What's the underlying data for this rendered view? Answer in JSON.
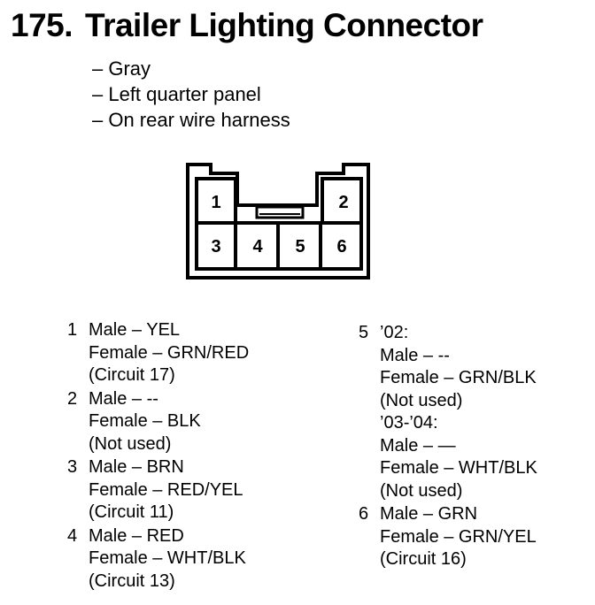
{
  "title": {
    "number": "175.",
    "text": "Trailer Lighting Connector"
  },
  "info": [
    "– Gray",
    "– Left quarter panel",
    "– On rear wire harness"
  ],
  "connector": {
    "pins": [
      "1",
      "2",
      "3",
      "4",
      "5",
      "6"
    ]
  },
  "pins_left": [
    {
      "num": "1",
      "lines": [
        "Male – YEL",
        "Female – GRN/RED",
        "(Circuit 17)"
      ]
    },
    {
      "num": "2",
      "lines": [
        "Male – --",
        "Female – BLK",
        "(Not used)"
      ]
    },
    {
      "num": "3",
      "lines": [
        "Male – BRN",
        "Female – RED/YEL",
        "(Circuit 11)"
      ]
    },
    {
      "num": "4",
      "lines": [
        "Male – RED",
        "Female – WHT/BLK",
        "(Circuit 13)"
      ]
    }
  ],
  "pins_right": [
    {
      "num": "5",
      "lines": [
        "’02:",
        "Male – --",
        "Female – GRN/BLK",
        "(Not used)",
        "’03-’04:",
        "Male – —",
        "Female – WHT/BLK",
        "(Not used)"
      ]
    },
    {
      "num": "6",
      "lines": [
        "Male – GRN",
        "Female – GRN/YEL",
        "(Circuit 16)"
      ]
    }
  ]
}
